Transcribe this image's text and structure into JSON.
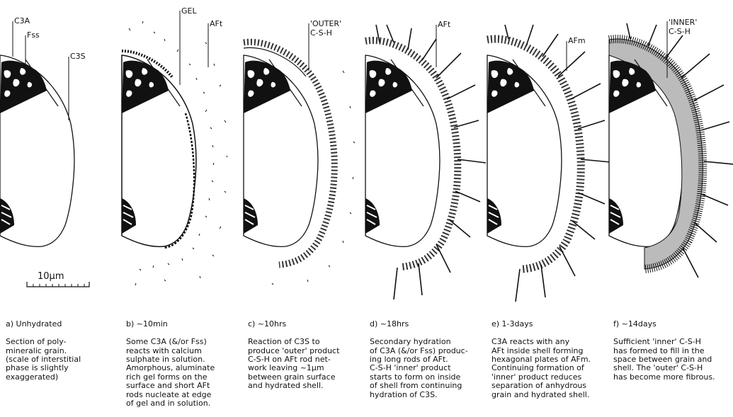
{
  "panels": [
    {
      "id": "a",
      "head": "a) Unhydrated",
      "body": "   Section of poly-\n   mineralic grain.\n(scale of interstitial\n phase is slightly\n exaggerated)",
      "labels": [
        "C3A",
        "Fss",
        "C3S"
      ],
      "scale_label": "10µm"
    },
    {
      "id": "b",
      "head": "b)  ~10min",
      "body": "   Some C3A (&/or Fss)\nreacts with calcium\nsulphate in solution.\nAmorphous, aluminate\nrich gel forms on the\nsurface and short AFt\nrods nucleate at edge\nof gel and in solution.",
      "labels": [
        "GEL",
        "AFt"
      ]
    },
    {
      "id": "c",
      "head": "c)  ~10hrs",
      "body": "   Reaction of C3S to\nproduce 'outer' product\nC-S-H on AFt rod net-\nwork leaving ~1µm\nbetween grain surface\nand hydrated shell.",
      "labels": [
        "'OUTER'",
        "C-S-H"
      ]
    },
    {
      "id": "d",
      "head": "d)  ~18hrs",
      "body": "   Secondary hydration\nof C3A (&/or Fss) produc-\ning long rods of AFt.\nC-S-H 'inner' product\nstarts to form on inside\nof shell from continuing\nhydration of C3S.",
      "labels": [
        "AFt"
      ]
    },
    {
      "id": "e",
      "head": "e)  1-3days",
      "body": "   C3A reacts with any\nAFt inside shell forming\nhexagonal plates of AFm.\nContinuing formation of\n'inner' product reduces\nseparation of anhydrous\ngrain and hydrated shell.",
      "labels": [
        "AFm"
      ]
    },
    {
      "id": "f",
      "head": "f)  ~14days",
      "body": "   Sufficient 'inner' C-S-H\nhas formed to fill in the\nspace between grain and\nshell. The 'outer' C-S-H\nhas become more fibrous.",
      "labels": [
        "'INNER'",
        "C-S-H"
      ]
    }
  ]
}
